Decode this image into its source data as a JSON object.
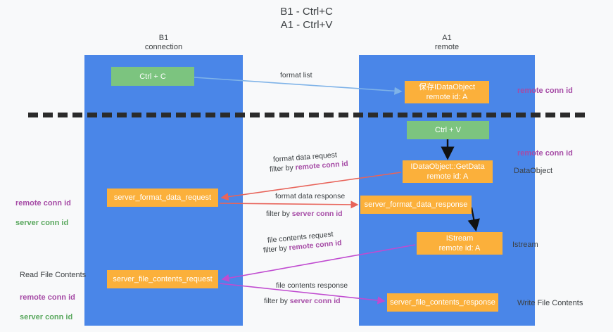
{
  "title": "B1 - Ctrl+C\nA1 - Ctrl+V",
  "columns": {
    "left": {
      "header": "B1\nconnection"
    },
    "right": {
      "header": "A1\nremote"
    }
  },
  "nodes": {
    "ctrl_c": "Ctrl + C",
    "idataobject_store": "保存IDataObject\nremote id: A",
    "ctrl_v": "Ctrl + V",
    "getdata": "IDataObject::GetData\nremote id: A",
    "server_format_data_request": "server_format_data_request",
    "server_format_data_response": "server_format_data_response",
    "istream": "IStream\nremote id: A",
    "server_file_contents_request": "server_file_contents_request",
    "server_file_contents_response": "server_file_contents_response"
  },
  "annotations": {
    "remote_conn_id": "remote conn id",
    "server_conn_id": "server conn id",
    "dataobject": "DataObject",
    "istream": "Istream",
    "read_file_contents": "Read File Contents",
    "write_file_contents": "Write File Contents"
  },
  "edges": {
    "format_list": "format list",
    "format_data_request": "format data request",
    "filter_by_prefix": "filter by ",
    "format_data_response": "format data response",
    "file_contents_request": "file contents request",
    "file_contents_response": "file contents response"
  },
  "colors": {
    "lane": "#4a86e8",
    "green_node": "#7cc47f",
    "orange_node": "#fbb03b",
    "purple_text": "#a64ca6",
    "green_text": "#5aa85e",
    "blue_arrow": "#7fb3e8",
    "red_arrow": "#e8645a",
    "magenta_arrow": "#c04bd0",
    "black_arrow": "#000000",
    "background": "#f8f9fa"
  }
}
